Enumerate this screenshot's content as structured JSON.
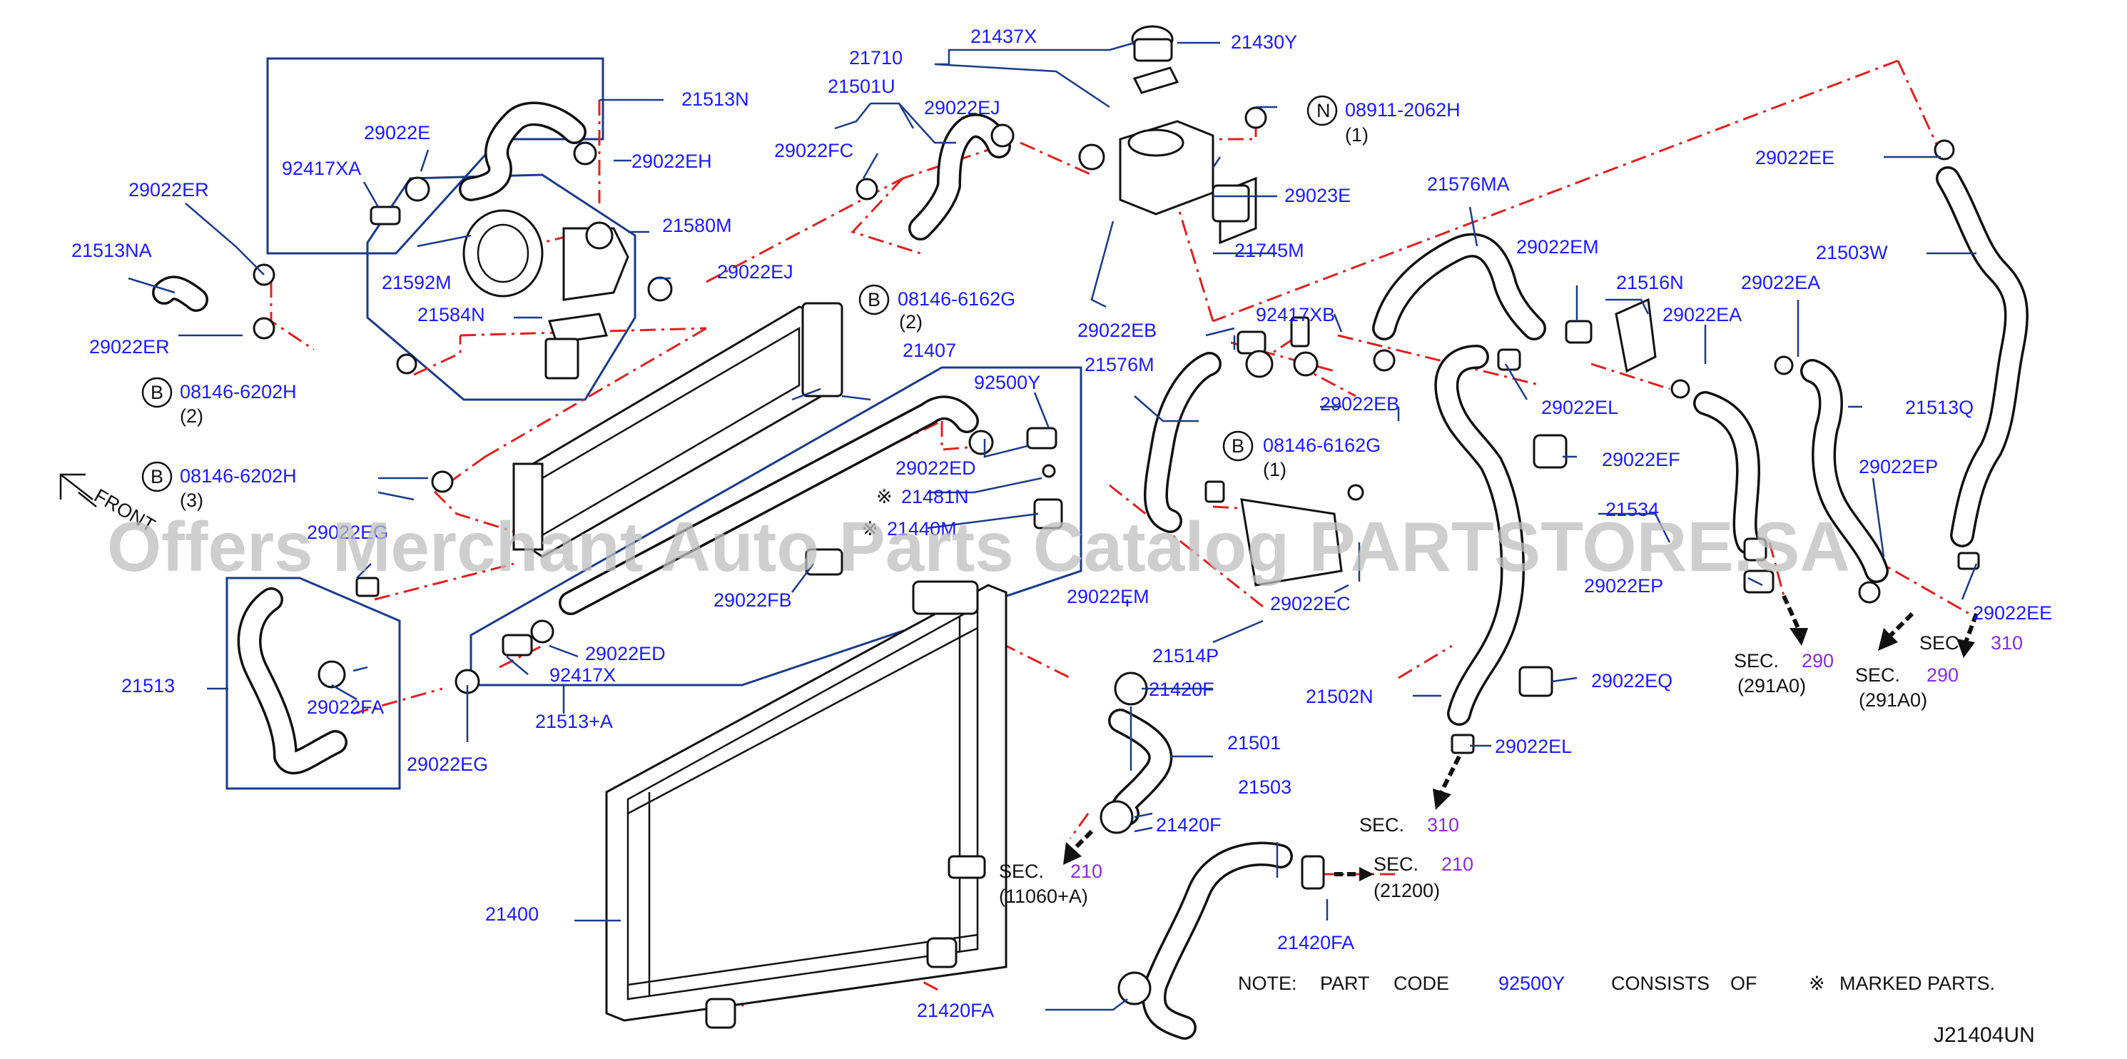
{
  "diagram_code": "J21404UN",
  "watermark": "Offers Merchant Auto Parts Catalog PARTSTORE.SA",
  "front_label": "FRONT",
  "note": {
    "prefix": "NOTE:",
    "part": "PART",
    "code": "CODE",
    "number": "92500Y",
    "consists": "CONSISTS",
    "of": "OF",
    "mark": "※",
    "marked_parts": "MARKED PARTS."
  },
  "labels": [
    "21437X",
    "21430Y",
    "21710",
    "21501U",
    "29022EJ",
    "29022FC",
    "21513N",
    "29022E",
    "92417XA",
    "29022EH",
    "29022ER",
    "21513NA",
    "21580M",
    "21592M",
    "29022EJ",
    "21584N",
    "29022ER",
    "08911-2062H",
    "29023E",
    "21745M",
    "08146-6162G",
    "21407",
    "08146-6202H",
    "92500Y",
    "29022ED",
    "21481N",
    "21440M",
    "08146-6202H",
    "29022EG",
    "29022FB",
    "21513",
    "29022FA",
    "29022ED",
    "92417X",
    "29022EG",
    "21513+A",
    "21576MA",
    "29022EM",
    "21516N",
    "29022EA",
    "29022EE",
    "21503W",
    "29022EB",
    "92417XB",
    "29022EA",
    "21576M",
    "29022EB",
    "29022EL",
    "21513Q",
    "08146-6162G",
    "29022EF",
    "29022EP",
    "21534",
    "29022EM",
    "29022EC",
    "29022EP",
    "29022EE",
    "21514P",
    "29022EQ",
    "21502N",
    "29022EL",
    "21420F",
    "21501",
    "21420F",
    "21503",
    "21420FA",
    "21400",
    "21420FA"
  ],
  "qty_labels": [
    "(1)",
    "(2)",
    "(2)",
    "(3)",
    "(1)"
  ],
  "circle_letters": [
    "N",
    "B",
    "B",
    "B",
    "B"
  ],
  "sections": [
    {
      "sec": "SEC.",
      "num": "290",
      "sub": "(291A0)"
    },
    {
      "sec": "SEC.",
      "num": "310",
      "sub": ""
    },
    {
      "sec": "SEC.",
      "num": "290",
      "sub": "(291A0)"
    },
    {
      "sec": "SEC.",
      "num": "310",
      "sub": ""
    },
    {
      "sec": "SEC.",
      "num": "210",
      "sub": "(11060+A)"
    },
    {
      "sec": "SEC.",
      "num": "210",
      "sub": "(21200)"
    }
  ],
  "colors": {
    "label": "#1a1aff",
    "leader": "#1a3a8a",
    "dashed_line": "#e02020",
    "section_number": "#8a2be2"
  }
}
